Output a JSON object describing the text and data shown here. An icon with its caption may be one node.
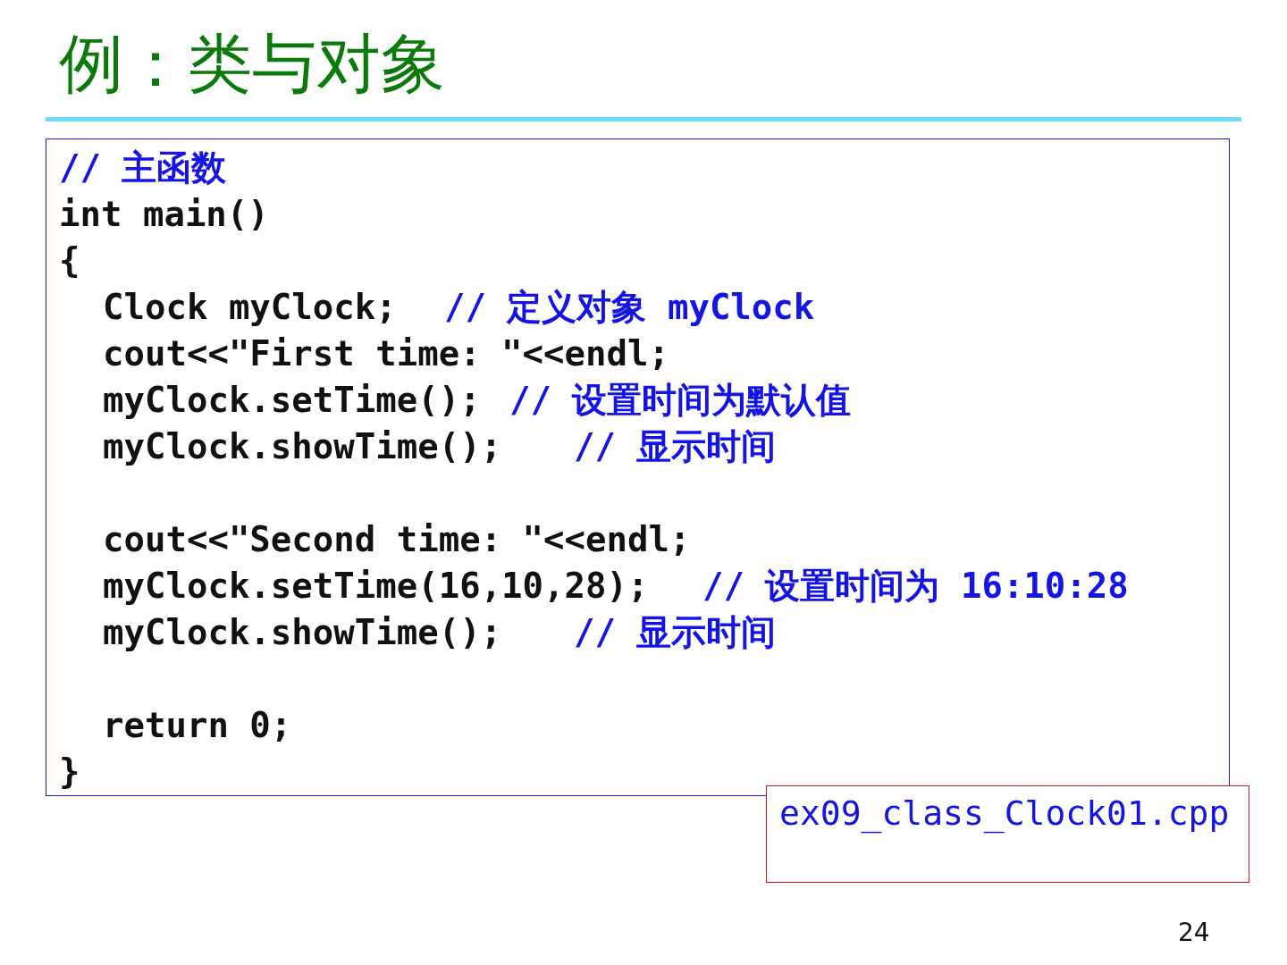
{
  "diagram": {
    "title": "例：类与对象",
    "nodes": [
      {
        "text": [
          "// 主函数",
          "int main()",
          "{",
          "Clock myClock;",
          "// 定义对象 myClock",
          "cout<<\"First time: \"<<endl;",
          "myClock.setTime();",
          "// 设置时间为默认值",
          "myClock.showTime();",
          "// 显示时间",
          "cout<<\"Second time: \"<<endl;",
          "myClock.setTime(16,10,28);",
          "// 设置时间为 16:10:28",
          "myClock.showTime();",
          "// 显示时间",
          "return 0;",
          "}"
        ]
      },
      {
        "text": [
          "ex09_class_Clock01.cpp"
        ]
      }
    ],
    "labels": [
      "24"
    ]
  }
}
